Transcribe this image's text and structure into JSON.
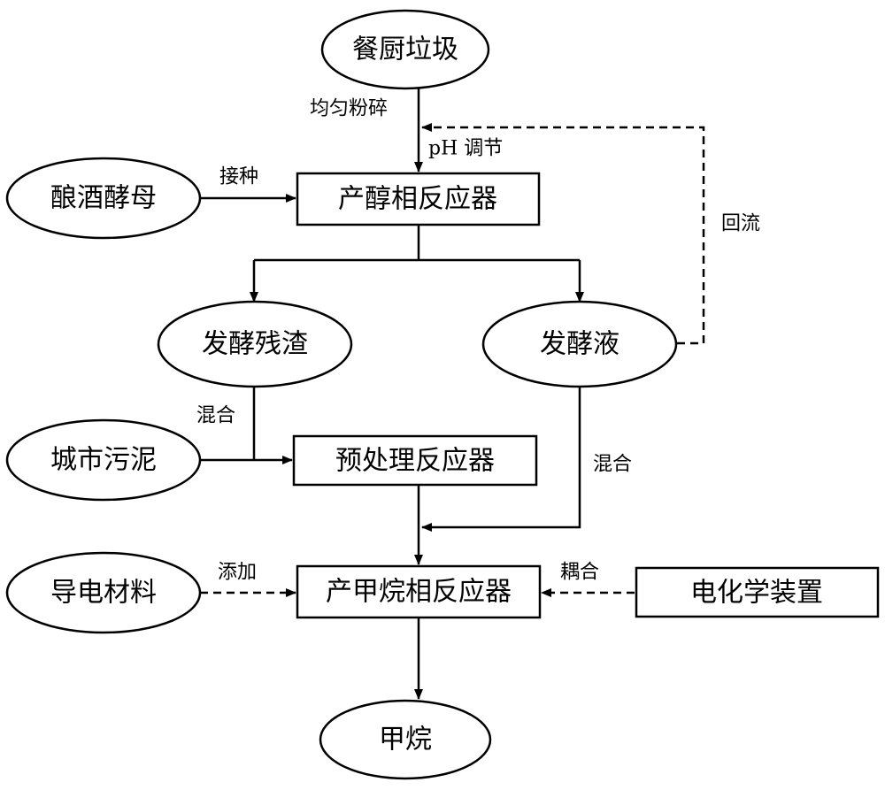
{
  "nodes": {
    "food_waste": "餐厨垃圾",
    "brewing_yeast": "酿酒酵母",
    "alcohol_reactor": "产醇相反应器",
    "fermentation_residue": "发酵残渣",
    "fermentation_liquid": "发酵液",
    "municipal_sludge": "城市污泥",
    "pretreatment_reactor": "预处理反应器",
    "conductive_material": "导电材料",
    "methane_reactor": "产甲烷相反应器",
    "electrochemical_device": "电化学装置",
    "methane": "甲烷"
  },
  "edge_labels": {
    "crush": "均匀粉碎",
    "ph_adjust": "pH 调节",
    "inoculate": "接种",
    "reflux": "回流",
    "mix_residue": "混合",
    "mix_liquid": "混合",
    "add": "添加",
    "couple": "耦合"
  },
  "colors": {
    "stroke": "#000000",
    "fill": "#ffffff"
  }
}
